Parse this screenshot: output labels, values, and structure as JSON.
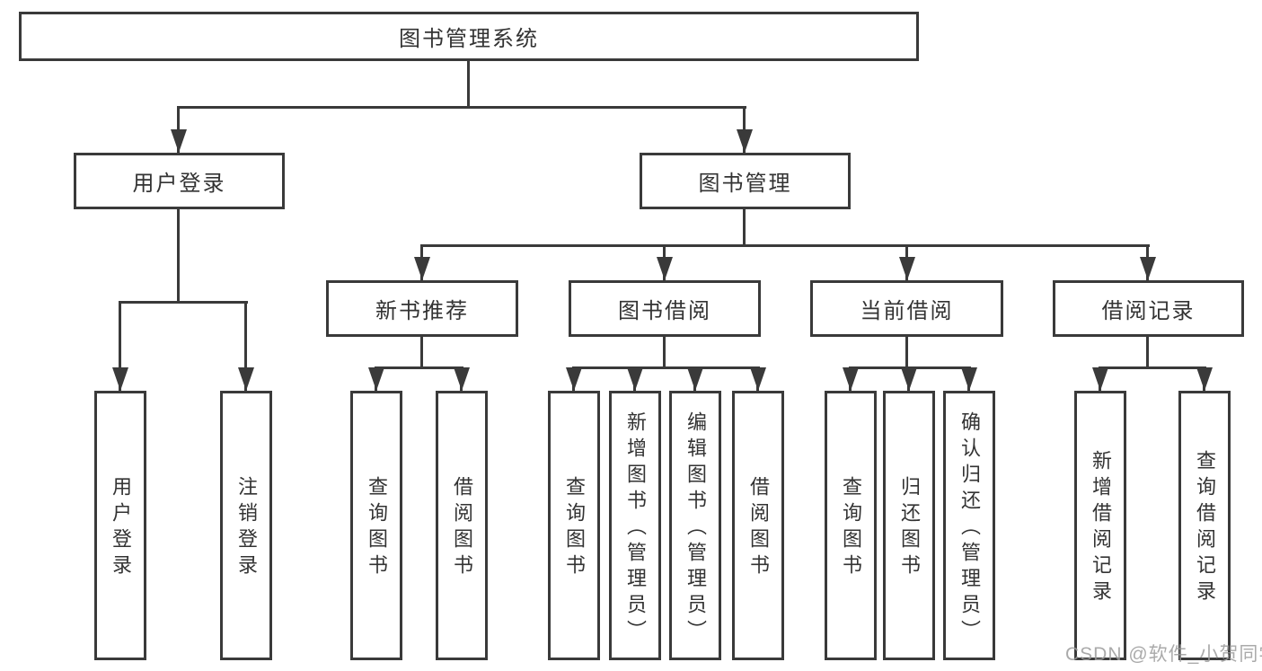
{
  "colors": {
    "line": "#3a3a3a",
    "text": "#333333",
    "watermark": "#9c9c9c",
    "background": "#ffffff"
  },
  "tree": {
    "label": "图书管理系统",
    "children": [
      {
        "label": "用户登录",
        "children": [
          {
            "label": "用户登录"
          },
          {
            "label": "注销登录"
          }
        ]
      },
      {
        "label": "图书管理",
        "children": [
          {
            "label": "新书推荐",
            "children": [
              {
                "label": "查询图书"
              },
              {
                "label": "借阅图书"
              }
            ]
          },
          {
            "label": "图书借阅",
            "children": [
              {
                "label": "查询图书"
              },
              {
                "label": "新增图书（管理员）"
              },
              {
                "label": "编辑图书（管理员）"
              },
              {
                "label": "借阅图书"
              }
            ]
          },
          {
            "label": "当前借阅",
            "children": [
              {
                "label": "查询图书"
              },
              {
                "label": "归还图书"
              },
              {
                "label": "确认归还（管理员）"
              }
            ]
          },
          {
            "label": "借阅记录",
            "children": [
              {
                "label": "新增借阅记录"
              },
              {
                "label": "查询借阅记录"
              }
            ]
          }
        ]
      }
    ]
  },
  "watermark": "CSDN @软件_小贺同学"
}
